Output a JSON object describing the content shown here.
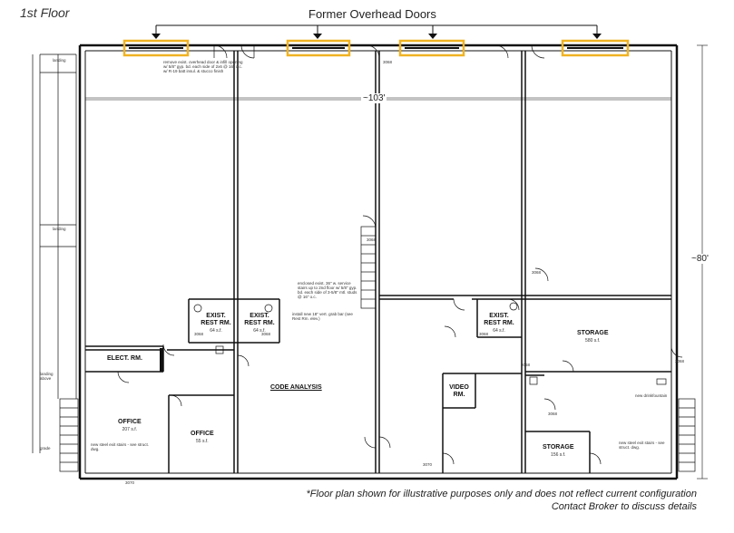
{
  "floor_label": "1st Floor",
  "doors_title": "Former Overhead Doors",
  "dim_width": "~103'",
  "dim_height": "~80'",
  "rooms": {
    "elect": "ELECT. RM.",
    "office1": "OFFICE",
    "office1_area": "207 s.f.",
    "office2": "OFFICE",
    "office2_area": "55 s.f.",
    "exist_rest1": "EXIST. REST RM.",
    "exist_rest1_area": "64 s.f.",
    "exist_rest2": "EXIST. REST RM.",
    "exist_rest2_area": "64 s.f.",
    "exist_rest3": "EXIST. REST RM.",
    "exist_rest3_area": "64 s.f.",
    "video": "VIDEO RM.",
    "storage1": "STORAGE",
    "storage1_area": "580 s.f.",
    "storage2": "STORAGE",
    "storage2_area": "156 s.f.",
    "code": "CODE ANALYSIS"
  },
  "notes": {
    "landing1": "landing",
    "landing2": "landing",
    "landing3": "landing above",
    "grade": "grade",
    "stairs_left": "new steel exit stairs - see struct. dwg.",
    "stairs_right": "new steel exit stairs - see struct. dwg.",
    "enclosed": "enclosed exist. 36\" w. service stairs up to 2nd floor w/ 5/8\" gyp. bd. each side of 3-5/8\" mtl. studs @ 16\" o.c.",
    "grab": "install new 18\" vert. grab bar (see Rest Rm. elev.)",
    "door_note": "remove exist. overhead door & infill opening w/ 5/8\" gyp. bd. each side of 2x6 @ 16\" o.c. w/ R-19 batt insul. & stucco finish",
    "drinking": "new drinkfountain"
  },
  "door_tags": [
    "3068",
    "3068",
    "3068",
    "3068",
    "3068",
    "3068",
    "3068",
    "3068",
    "3068",
    "3070",
    "3070"
  ],
  "disclaimer_line1": "*Floor plan shown for illustrative purposes only and does not reflect current configuration",
  "disclaimer_line2": "Contact Broker to discuss details",
  "colors": {
    "highlight": "#f0b323",
    "wall": "#111111"
  }
}
